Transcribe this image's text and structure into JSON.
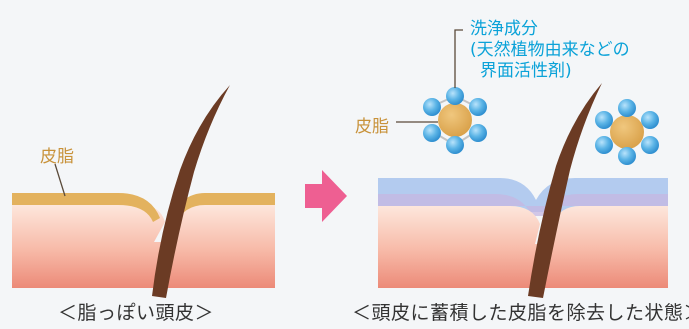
{
  "panels": {
    "left_caption": "＜脂っぽい頭皮＞",
    "right_caption": "＜頭皮に蓄積した皮脂を除去した状態＞"
  },
  "labels": {
    "sebum_left": "皮脂",
    "sebum_right": "皮脂",
    "cleanser_line1": "洗浄成分",
    "cleanser_line2": "(天然植物由来などの",
    "cleanser_line3": "界面活性剤)"
  },
  "colors": {
    "skin_top": "#fbe2d6",
    "skin_bottom": "#ee8f7e",
    "sebum": "#e3b25e",
    "hair": "#6b3b24",
    "cleanser_blue": "#a9c6ea",
    "bubble": "#4aa8df",
    "arrow": "#ee5f92",
    "sebum_text": "#c8923a",
    "cleanser_text": "#0aa2d8"
  }
}
